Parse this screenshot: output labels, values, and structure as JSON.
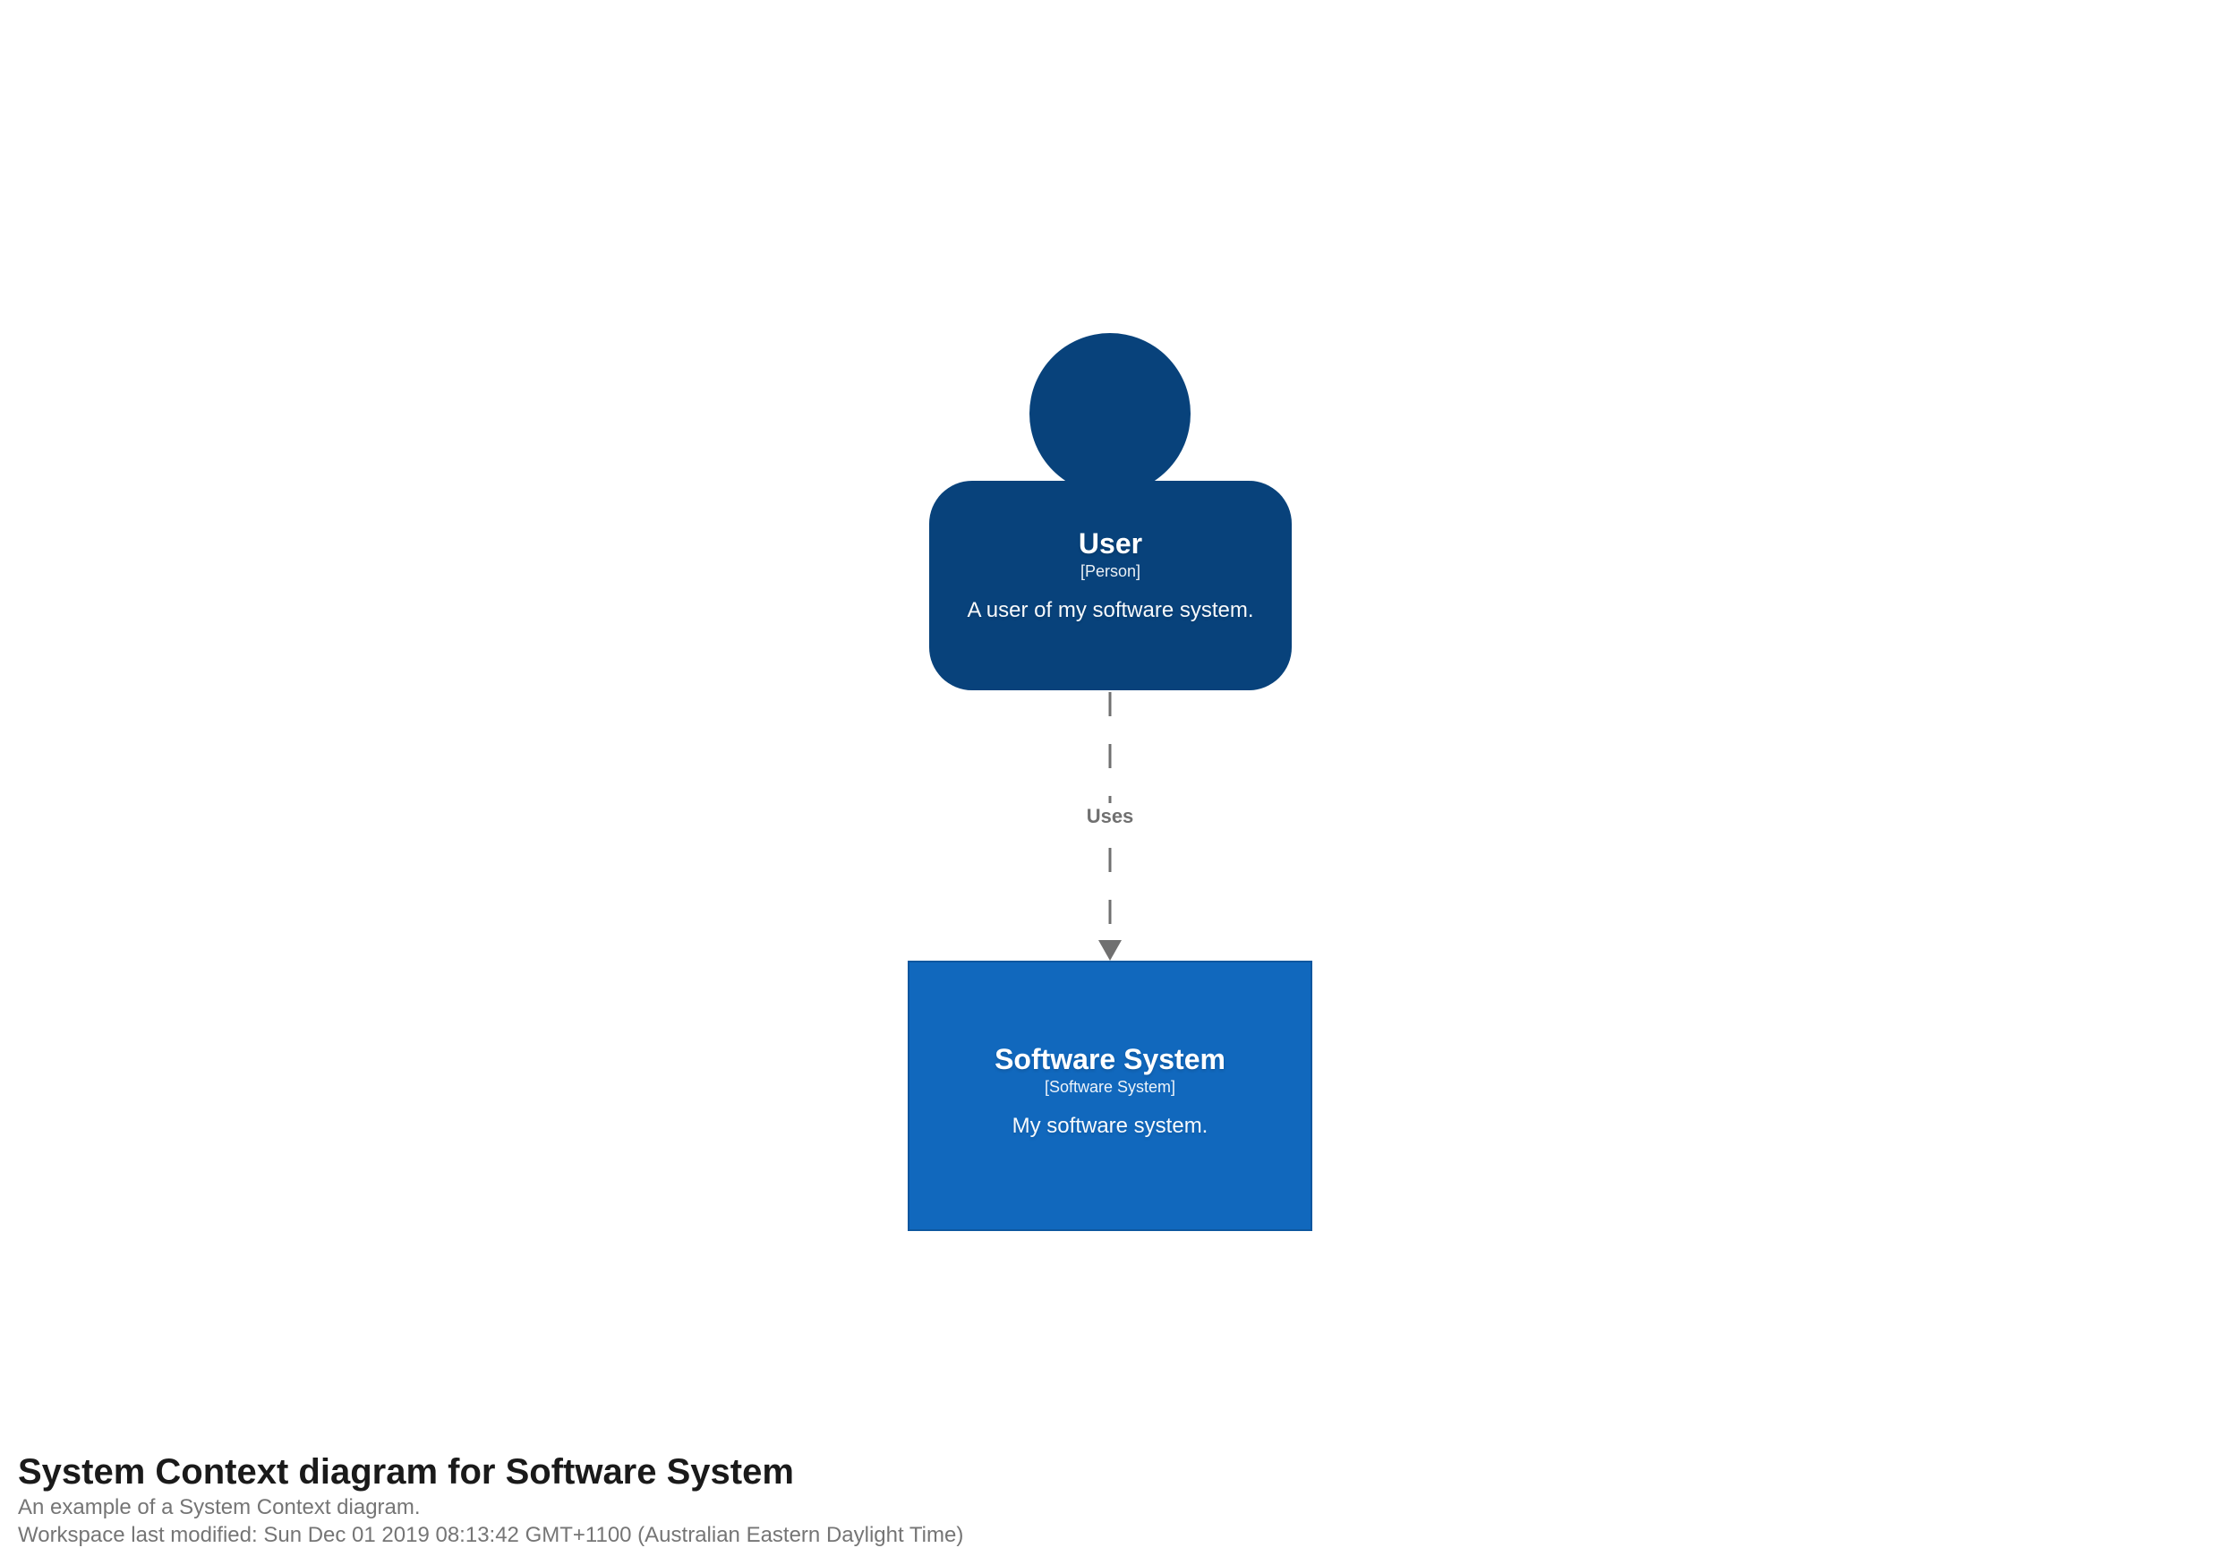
{
  "person": {
    "name": "User",
    "meta": "[Person]",
    "description": "A user of my software system."
  },
  "relationship": {
    "label": "Uses"
  },
  "system": {
    "name": "Software System",
    "meta": "[Software System]",
    "description": "My software system."
  },
  "page": {
    "title": "System Context diagram for Software System",
    "subtitle": "An example of a System Context diagram.",
    "modified": "Workspace last modified: Sun Dec 01 2019 08:13:42 GMT+1100 (Australian Eastern Daylight Time)"
  },
  "colors": {
    "person_fill": "#08427b",
    "system_fill": "#1168bd",
    "system_border": "#0d579f",
    "relationship": "#707070",
    "title_text": "#1a1a1a",
    "subtitle_text": "#757575"
  }
}
